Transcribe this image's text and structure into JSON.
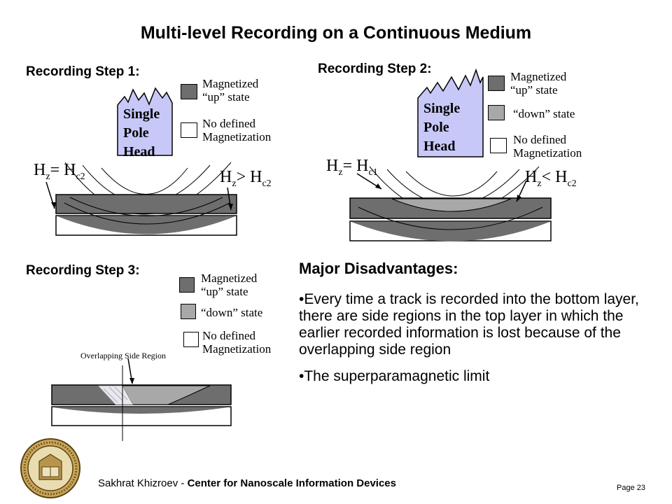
{
  "slide": {
    "title": "Multi-level Recording on a Continuous Medium",
    "page_label": "Page 23"
  },
  "step1": {
    "label": "Recording Step 1:",
    "head_lines": [
      "Single",
      "Pole",
      "Head"
    ],
    "legend_up": [
      "Magnetized",
      "“up” state"
    ],
    "legend_none": [
      "No defined",
      "Magnetization"
    ],
    "eq_left": {
      "H": "H",
      "sub1": "z",
      "rel": "= H",
      "sub2": "c2"
    },
    "eq_right": {
      "H": "H",
      "sub1": "z",
      "rel": "> H",
      "sub2": "c2"
    }
  },
  "step2": {
    "label": "Recording Step 2:",
    "head_lines": [
      "Single",
      "Pole",
      "Head"
    ],
    "legend_up": [
      "Magnetized",
      "“up” state"
    ],
    "legend_down": [
      "“down” state"
    ],
    "legend_none": [
      "No defined",
      "Magnetization"
    ],
    "eq_left": {
      "H": "H",
      "sub1": "z",
      "rel": "= H",
      "sub2": "c1"
    },
    "eq_right": {
      "H": "H",
      "sub1": "z",
      "rel": "< H",
      "sub2": "c2"
    }
  },
  "step3": {
    "label": "Recording Step 3:",
    "legend_up": [
      "Magnetized",
      "“up” state"
    ],
    "legend_down": [
      "“down” state"
    ],
    "legend_none": [
      "No defined",
      "Magnetization"
    ],
    "overlap_label": "Overlapping Side Region"
  },
  "disadvantages": {
    "title": "Major Disadvantages:",
    "items": [
      "•Every time a track is recorded into the bottom layer, there are side regions in the top layer in which the earlier recorded information is lost because of the overlapping side region",
      "•The superparamagnetic limit"
    ]
  },
  "footer": {
    "author": "Sakhrat Khizroev - ",
    "org": "Center for Nanoscale Information Devices"
  },
  "colors": {
    "dark_gray": "#6e6e6e",
    "mid_gray": "#a8a8a8",
    "head_fill": "#c8c8f8"
  }
}
